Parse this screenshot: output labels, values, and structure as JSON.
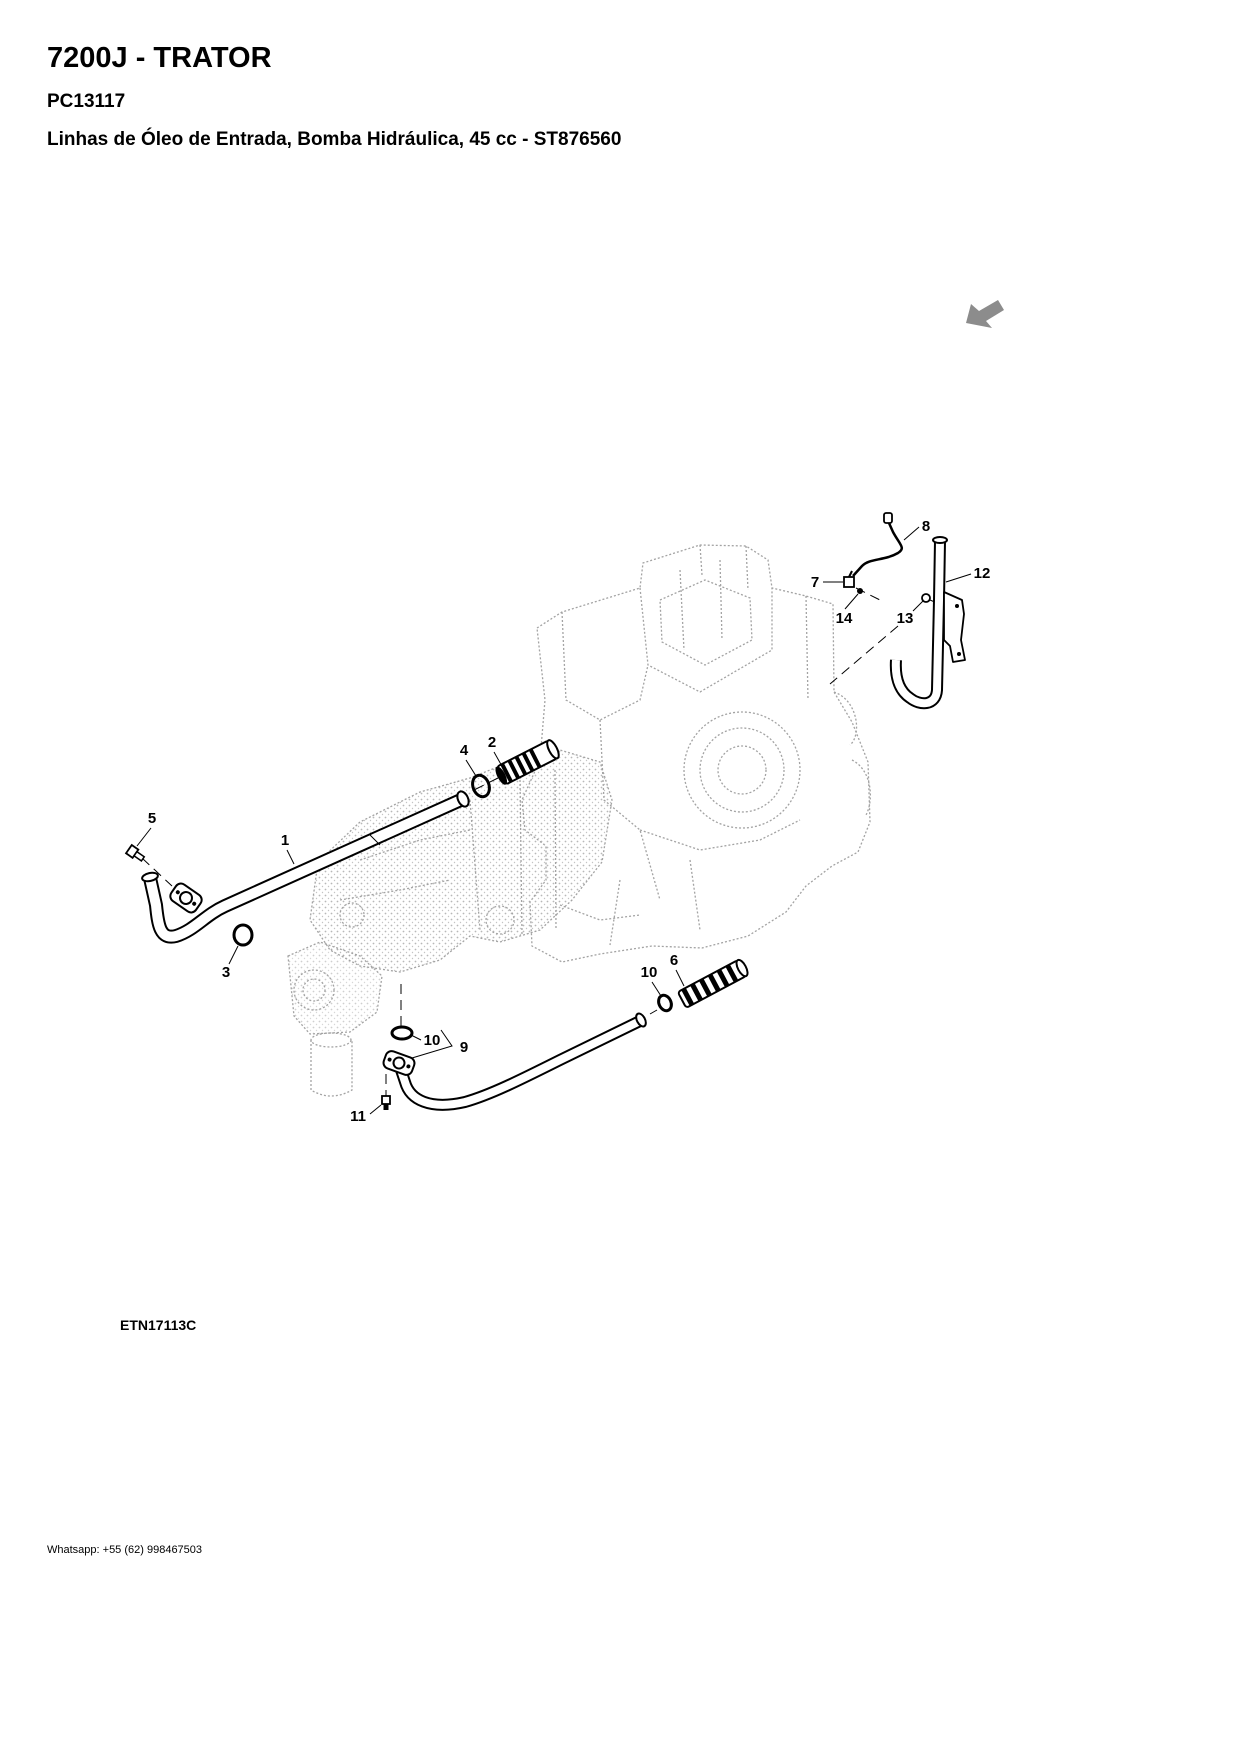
{
  "header": {
    "title": "7200J - TRATOR",
    "catalog_code": "PC13117",
    "description": "Linhas de Óleo de Entrada, Bomba Hidráulica, 45 cc - ST876560"
  },
  "diagram": {
    "orientation_icon": "arrow-down-left-icon",
    "callouts": {
      "part_1": "1",
      "part_2": "2",
      "part_3": "3",
      "part_4": "4",
      "part_5": "5",
      "part_6": "6",
      "part_7": "7",
      "part_8": "8",
      "part_9": "9",
      "part_10_upper": "10",
      "part_10_lower": "10",
      "part_11": "11",
      "part_12": "12",
      "part_13": "13",
      "part_14": "14"
    },
    "figure_code": "ETN17113C"
  },
  "footer": {
    "contact": "Whatsapp: +55 (62) 998467503"
  }
}
